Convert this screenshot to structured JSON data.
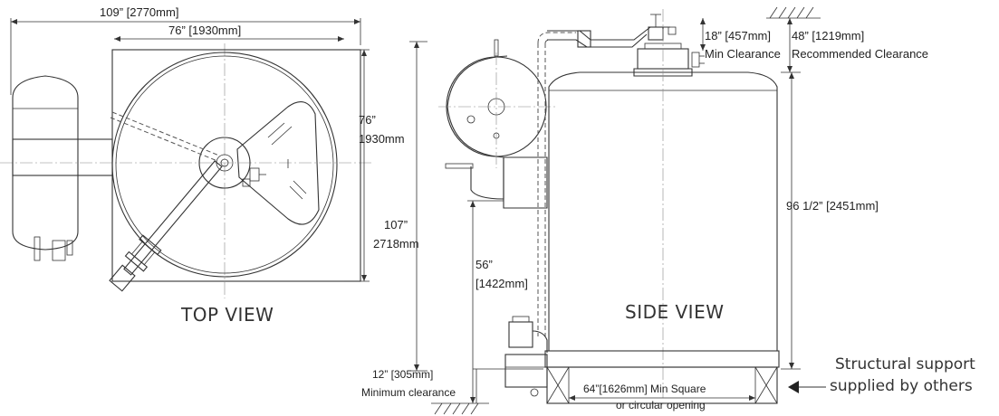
{
  "top_view": {
    "label": "TOP VIEW",
    "overall_width": "109” [2770mm]",
    "inner_width": "76” [1930mm]",
    "side_height_line1": "76”",
    "side_height_line2": "1930mm",
    "overall_height_line1": "107”",
    "overall_height_line2": "2718mm"
  },
  "side_view": {
    "label": "SIDE VIEW",
    "min_clearance_line1": "18” [457mm]",
    "min_clearance_line2": "Min Clearance",
    "recommended_clearance_line1": "48” [1219mm]",
    "recommended_clearance_line2": "Recommended Clearance",
    "tank_height": "96 1/2” [2451mm]",
    "inlet_height_line1": "56”",
    "inlet_height_line2": "[1422mm]",
    "floor_clearance_line1": "12” [305mm]",
    "floor_clearance_line2": "Minimum clearance",
    "opening_line1": "64”[1626mm] Min Square",
    "opening_line2": "or circular opening"
  },
  "note": {
    "line1": "Structural support",
    "line2": "supplied by others"
  }
}
